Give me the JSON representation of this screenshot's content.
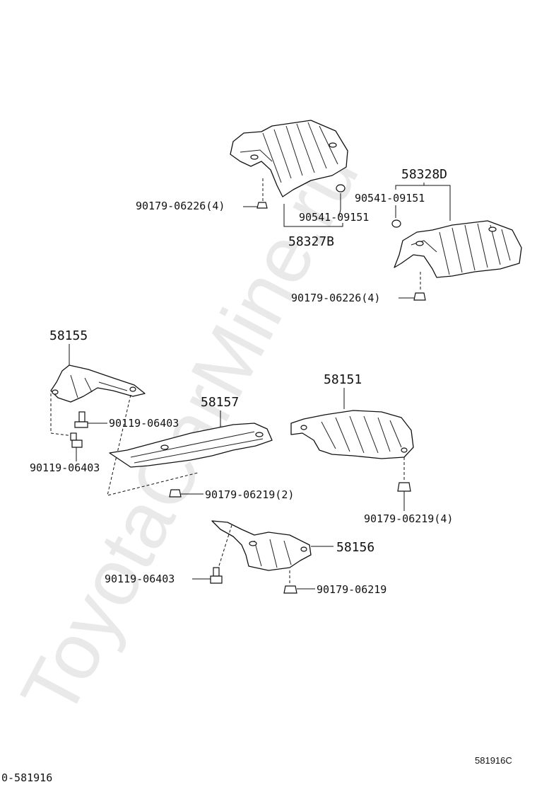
{
  "watermark": "ToyotaCarMine.ru",
  "footer": {
    "diagram_id": "0-581916",
    "ref_code": "581916C"
  },
  "labels": {
    "p58327b": "58327B",
    "p58328d": "58328D",
    "p90179_06226_a": "90179-06226(4)",
    "p90541_09151_a": "90541-09151",
    "p90541_09151_b": "90541-09151",
    "p90179_06226_b": "90179-06226(4)",
    "p58155": "58155",
    "p90119_06403_a": "90119-06403",
    "p90119_06403_b": "90119-06403",
    "p58157": "58157",
    "p58151": "58151",
    "p90179_06219_2": "90179-06219(2)",
    "p90179_06219_4": "90179-06219(4)",
    "p58156": "58156",
    "p90119_06403_c": "90119-06403",
    "p90179_06219": "90179-06219"
  }
}
